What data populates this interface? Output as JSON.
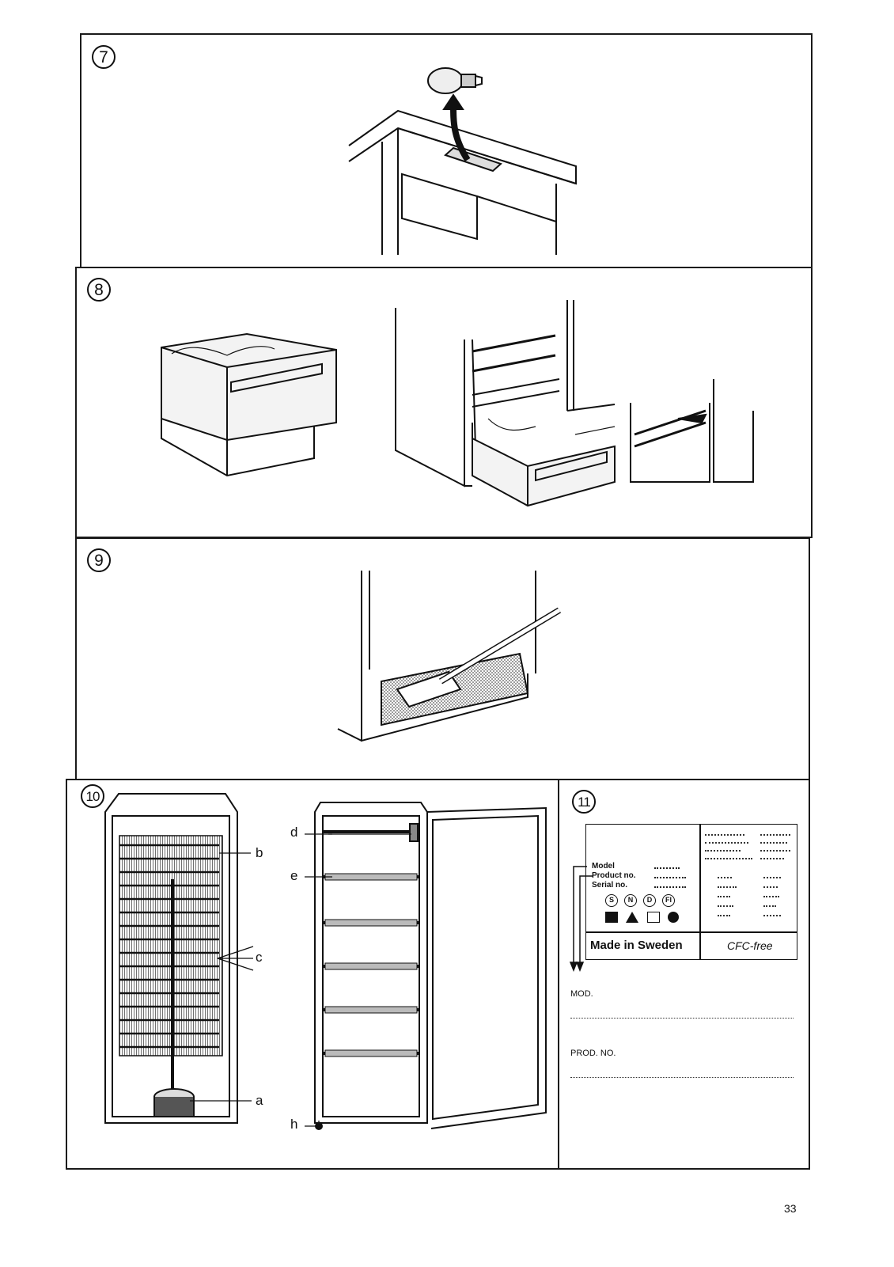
{
  "panels": {
    "p7": {
      "number": "7"
    },
    "p8": {
      "number": "8"
    },
    "p9": {
      "number": "9"
    },
    "p10": {
      "number": "10",
      "labels": {
        "a": "a",
        "b": "b",
        "c": "c",
        "d": "d",
        "e": "e",
        "h": "h"
      }
    },
    "p11": {
      "number": "11",
      "plate": {
        "model_label": "Model",
        "product_label": "Product no.",
        "serial_label": "Serial no.",
        "approvals": [
          "S",
          "N",
          "D",
          "FI"
        ],
        "made_in": "Made in Sweden",
        "cfc": "CFC-free"
      },
      "mod_label": "MOD.",
      "prod_no_label": "PROD. NO."
    }
  },
  "page_number": "33"
}
